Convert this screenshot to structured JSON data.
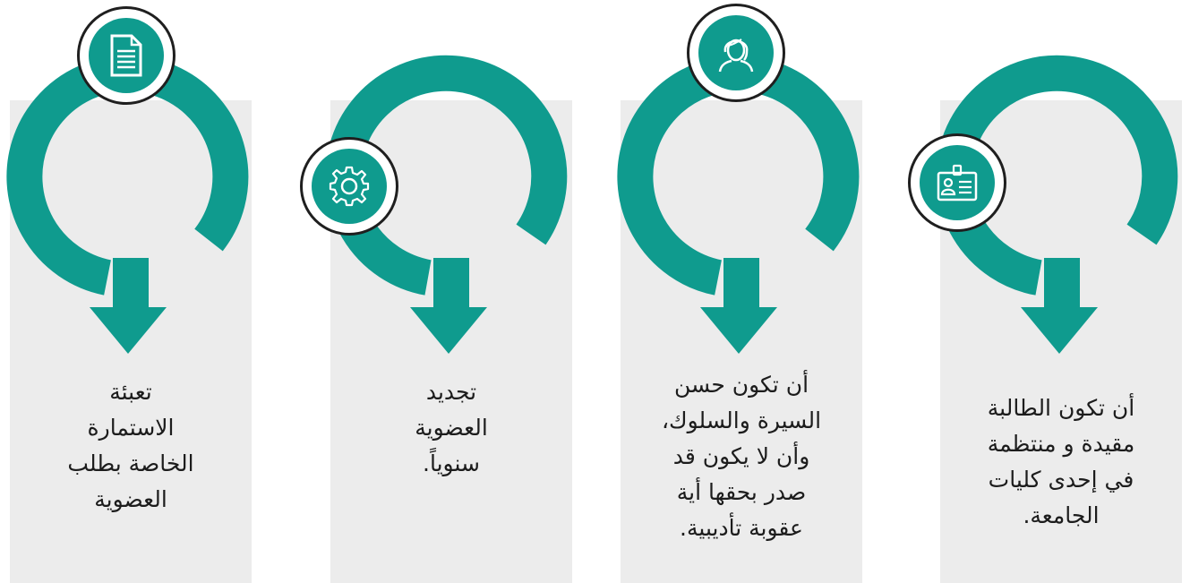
{
  "accent": "#0f9b8e",
  "steps": [
    {
      "icon": "document-icon",
      "lines": [
        "تعبئة",
        "الاستمارة",
        "الخاصة بطلب",
        "العضوية"
      ]
    },
    {
      "icon": "gear-icon",
      "lines": [
        "تجديد",
        "العضوية",
        "سنوياً."
      ]
    },
    {
      "icon": "person-icon",
      "lines": [
        "أن تكون حسن",
        "السيرة والسلوك،",
        "وأن لا يكون قد",
        "صدر بحقها أية",
        "عقوبة تأديبية."
      ]
    },
    {
      "icon": "id-card-icon",
      "lines": [
        "أن تكون الطالبة",
        "مقيدة و منتظمة",
        "في إحدى كليات",
        "الجامعة."
      ]
    }
  ]
}
